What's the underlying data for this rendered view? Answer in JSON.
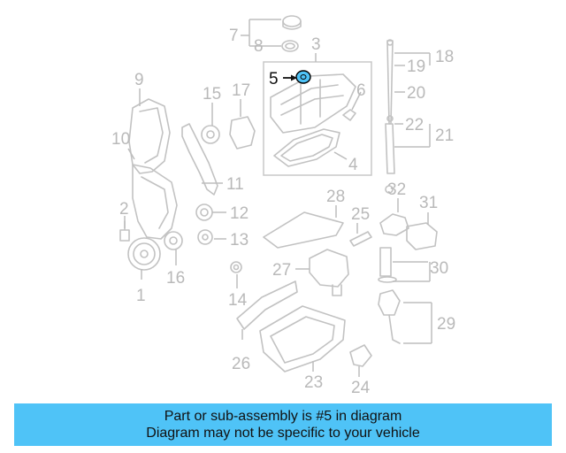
{
  "highlight": {
    "color": "#4fc3f7"
  },
  "callouts": {
    "c1": "1",
    "c2": "2",
    "c3": "3",
    "c4": "4",
    "c5": "5",
    "c6": "6",
    "c7": "7",
    "c8": "8",
    "c9": "9",
    "c10": "10",
    "c11": "11",
    "c12": "12",
    "c13": "13",
    "c14": "14",
    "c15": "15",
    "c16": "16",
    "c17": "17",
    "c18": "18",
    "c19": "19",
    "c20": "20",
    "c21": "21",
    "c22": "22",
    "c23": "23",
    "c24": "24",
    "c25": "25",
    "c26": "26",
    "c27": "27",
    "c28": "28",
    "c29": "29",
    "c30": "30",
    "c31": "31",
    "c32": "32"
  },
  "banner": {
    "line1": "Part or sub-assembly is #5 in diagram",
    "line2": "Diagram may not be specific to your vehicle"
  }
}
